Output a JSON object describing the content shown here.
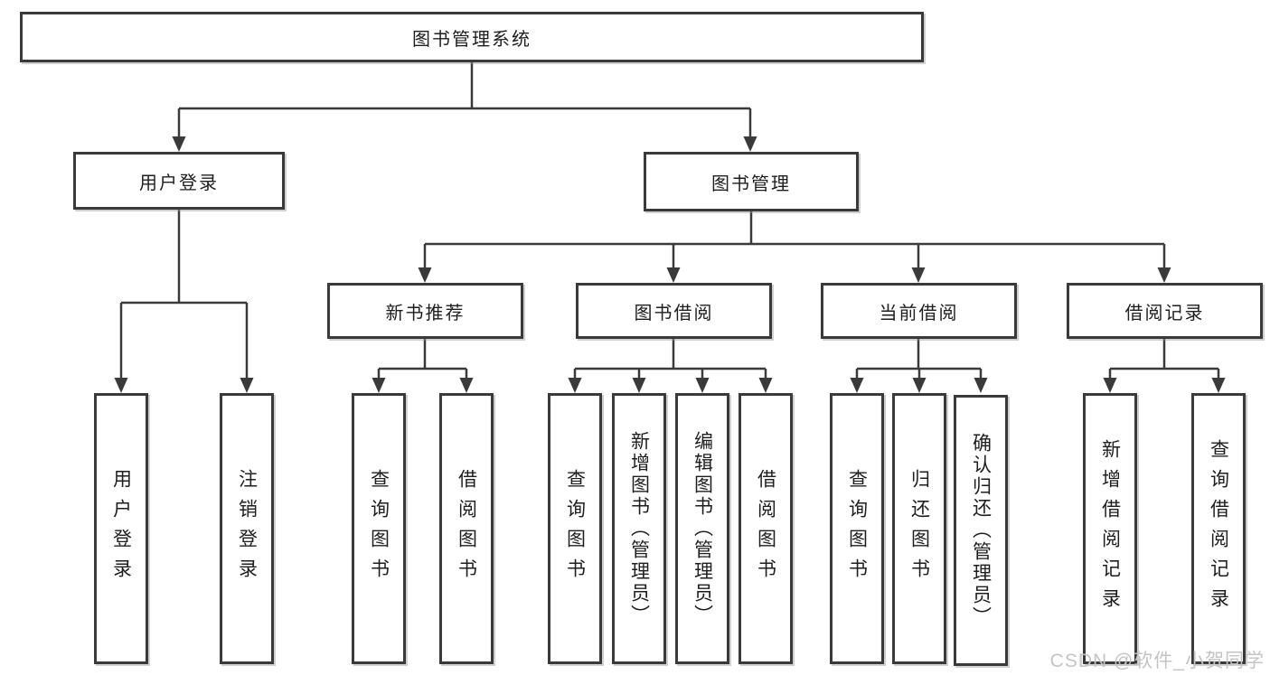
{
  "diagram": {
    "root": "图书管理系统",
    "level2": {
      "user_login": "用户登录",
      "book_management": "图书管理"
    },
    "level3": {
      "new_book_recommend": "新书推荐",
      "book_borrowing": "图书借阅",
      "current_borrowing": "当前借阅",
      "borrowing_records": "借阅记录"
    },
    "leaves": {
      "user_login": "用户登录",
      "logout": "注销登录",
      "recommend_query_books": "查询图书",
      "recommend_borrow_books": "借阅图书",
      "borrowing_query_books": "查询图书",
      "borrowing_add_books": "新增图书（管理员）",
      "borrowing_edit_books": "编辑图书（管理员）",
      "borrowing_borrow_books": "借阅图书",
      "current_query_books": "查询图书",
      "current_return_books": "归还图书",
      "current_confirm_return": "确认归还（管理员）",
      "records_add_record": "新增借阅记录",
      "records_query_record": "查询借阅记录"
    }
  },
  "watermark": "CSDN @软件_小贺同学",
  "colors": {
    "line": "#3a3a3a",
    "text": "#1e1e1e",
    "background": "#ffffff",
    "watermark": "#c4c4c4"
  }
}
